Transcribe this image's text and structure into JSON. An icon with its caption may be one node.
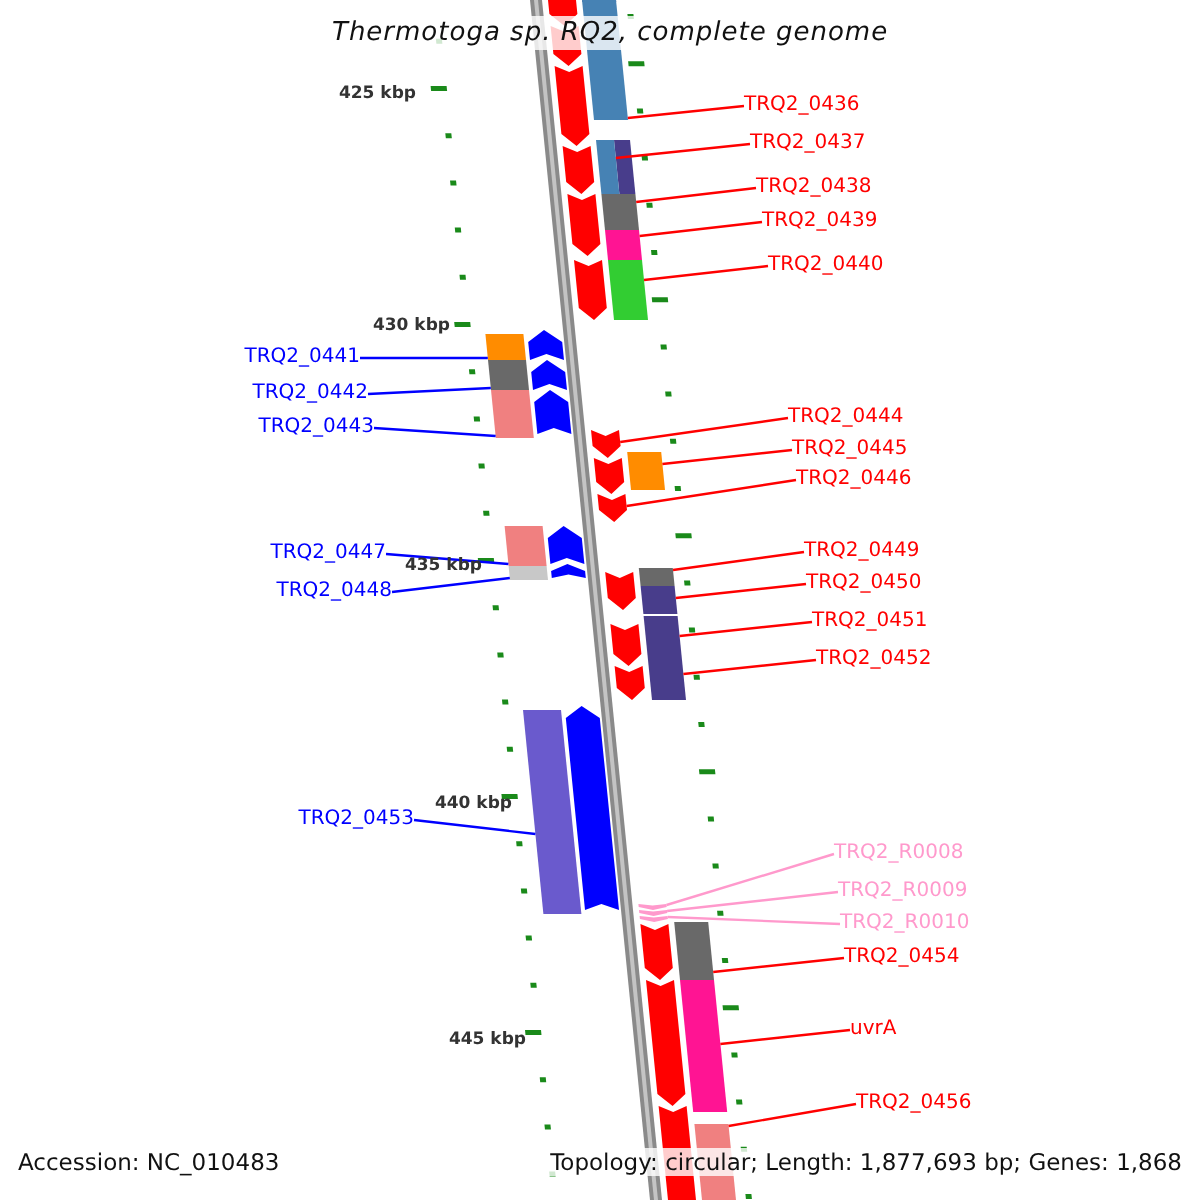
{
  "diagram": {
    "title": "Thermotoga sp. RQ2, complete genome",
    "nodes": [
      {
        "text": [
          "TRQ2_0436"
        ]
      },
      {
        "text": [
          "TRQ2_0437"
        ]
      },
      {
        "text": [
          "TRQ2_0438"
        ]
      },
      {
        "text": [
          "TRQ2_0439"
        ]
      },
      {
        "text": [
          "TRQ2_0440"
        ]
      },
      {
        "text": [
          "TRQ2_0441"
        ]
      },
      {
        "text": [
          "TRQ2_0442"
        ]
      },
      {
        "text": [
          "TRQ2_0443"
        ]
      },
      {
        "text": [
          "TRQ2_0444"
        ]
      },
      {
        "text": [
          "TRQ2_0445"
        ]
      },
      {
        "text": [
          "TRQ2_0446"
        ]
      },
      {
        "text": [
          "TRQ2_0447"
        ]
      },
      {
        "text": [
          "TRQ2_0448"
        ]
      },
      {
        "text": [
          "TRQ2_0449"
        ]
      },
      {
        "text": [
          "TRQ2_0450"
        ]
      },
      {
        "text": [
          "TRQ2_0451"
        ]
      },
      {
        "text": [
          "TRQ2_0452"
        ]
      },
      {
        "text": [
          "TRQ2_0453"
        ]
      },
      {
        "text": [
          "TRQ2_R0008"
        ]
      },
      {
        "text": [
          "TRQ2_R0009"
        ]
      },
      {
        "text": [
          "TRQ2_R0010"
        ]
      },
      {
        "text": [
          "TRQ2_0454"
        ]
      },
      {
        "text": [
          "uvrA"
        ]
      },
      {
        "text": [
          "TRQ2_0456"
        ]
      },
      {
        "text": [],
        "shape": "bar"
      },
      {
        "text": [],
        "shape": "bar"
      },
      {
        "text": [],
        "shape": "bar"
      },
      {
        "text": [],
        "shape": "bar"
      },
      {
        "text": [],
        "shape": "bar"
      },
      {
        "text": [],
        "shape": "bar"
      },
      {
        "text": [],
        "shape": "bar"
      },
      {
        "text": [],
        "shape": "bar"
      },
      {
        "text": [],
        "shape": "arrow"
      },
      {
        "text": [],
        "shape": "bar"
      },
      {
        "text": [],
        "shape": "arrow"
      },
      {
        "text": [],
        "shape": "bar"
      },
      {
        "text": [],
        "shape": "bar"
      },
      {
        "text": [],
        "shape": "bar"
      },
      {
        "text": [],
        "shape": "bar"
      },
      {
        "text": [],
        "shape": "bar"
      },
      {
        "text": [],
        "shape": "bar"
      },
      {
        "text": [],
        "shape": "bar"
      },
      {
        "text": [],
        "shape": "arrow"
      },
      {
        "text": [],
        "shape": "arrow"
      },
      {
        "text": [],
        "shape": "arrow"
      },
      {
        "text": [],
        "shape": "bar"
      },
      {
        "text": [],
        "shape": "bar"
      },
      {
        "text": [],
        "shape": "bar"
      },
      {
        "text": [],
        "shape": "arrow"
      }
    ],
    "edges": [
      {
        "from": 0,
        "to": 24,
        "arrow": "none"
      },
      {
        "from": 1,
        "to": 25,
        "arrow": "none"
      },
      {
        "from": 2,
        "to": 26,
        "arrow": "none"
      },
      {
        "from": 3,
        "to": 27,
        "arrow": "none"
      },
      {
        "from": 4,
        "to": 28,
        "arrow": "none"
      },
      {
        "from": 5,
        "to": 29,
        "arrow": "none",
        "color": "#0000ff"
      },
      {
        "from": 6,
        "to": 30,
        "arrow": "none",
        "color": "#0000ff"
      },
      {
        "from": 7,
        "to": 31,
        "arrow": "none",
        "color": "#0000ff"
      },
      {
        "from": 8,
        "to": 32,
        "arrow": "none"
      },
      {
        "from": 9,
        "to": 33,
        "arrow": "none"
      },
      {
        "from": 10,
        "to": 34,
        "arrow": "none"
      },
      {
        "from": 11,
        "to": 35,
        "arrow": "none",
        "color": "#0000ff"
      },
      {
        "from": 12,
        "to": 36,
        "arrow": "none",
        "color": "#0000ff"
      },
      {
        "from": 13,
        "to": 37,
        "arrow": "none"
      },
      {
        "from": 14,
        "to": 38,
        "arrow": "none"
      },
      {
        "from": 15,
        "to": 39,
        "arrow": "none"
      },
      {
        "from": 16,
        "to": 40,
        "arrow": "none"
      },
      {
        "from": 17,
        "to": 41,
        "arrow": "none",
        "color": "#0000ff"
      },
      {
        "from": 18,
        "to": 42,
        "arrow": "none",
        "color": "#ff99cc"
      },
      {
        "from": 19,
        "to": 43,
        "arrow": "none",
        "color": "#ff99cc"
      },
      {
        "from": 20,
        "to": 44,
        "arrow": "none",
        "color": "#ff99cc"
      },
      {
        "from": 21,
        "to": 45,
        "arrow": "none"
      },
      {
        "from": 22,
        "to": 46,
        "arrow": "none"
      },
      {
        "from": 23,
        "to": 47,
        "arrow": "none"
      }
    ],
    "labels": [
      "425 kbp",
      "430 kbp",
      "435 kbp",
      "440 kbp",
      "445 kbp",
      "Accession: NC_010483",
      "Topology: circular; Length: 1,877,693 bp; Genes: 1,868"
    ]
  }
}
